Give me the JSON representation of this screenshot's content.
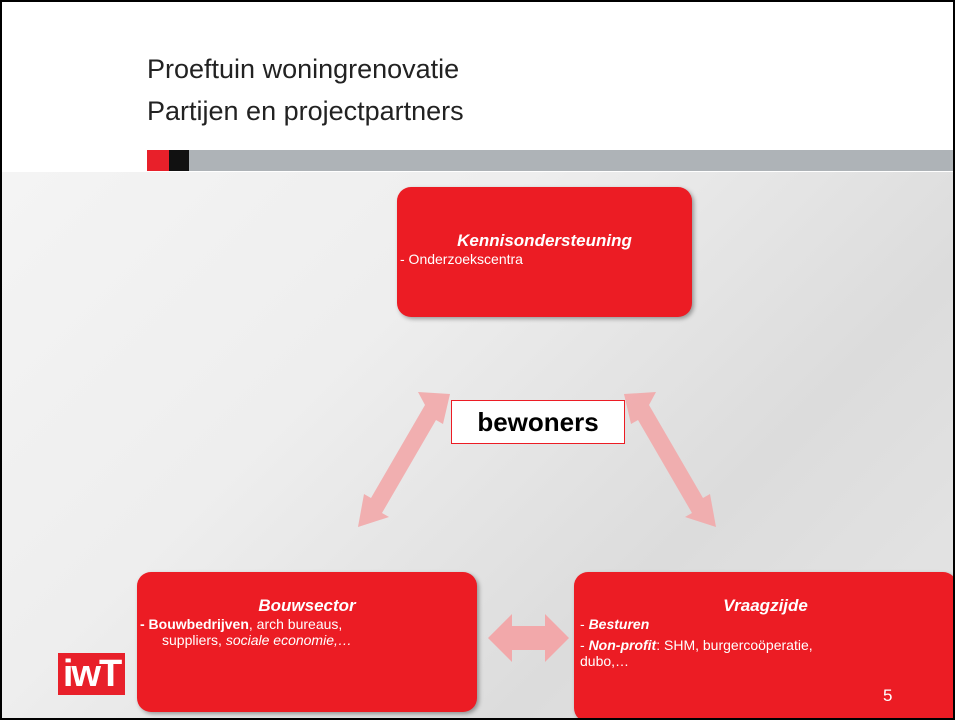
{
  "slide": {
    "title_line1": "Proeftuin woningrenovatie",
    "title_line2": "Partijen en projectpartners",
    "page_number": "5",
    "logo_text": "iwT"
  },
  "diagram": {
    "center": "bewoners",
    "top_box": {
      "heading": "Kennisondersteuning",
      "line1": "- Onderzoekscentra"
    },
    "left_box": {
      "heading": "Bouwsector",
      "line1_bold": "- Bouwbedrijven",
      "line1_rest": ", arch bureaus,",
      "line2_plain": "suppliers, ",
      "line2_italic": "sociale economie,…"
    },
    "right_box": {
      "heading": "Vraagzijde",
      "line1_dash": "- ",
      "line1_bold_italic": "Besturen",
      "line2_dash": "- ",
      "line2_bold_italic": "Non-profit",
      "line2_rest": ": SHM, burgercoöperatie,",
      "line3": "dubo,…"
    }
  },
  "colors": {
    "box_red": "#ec1c24",
    "arrow_pink": "#f2a8aa",
    "rule_gray": "#aeb3b7"
  }
}
